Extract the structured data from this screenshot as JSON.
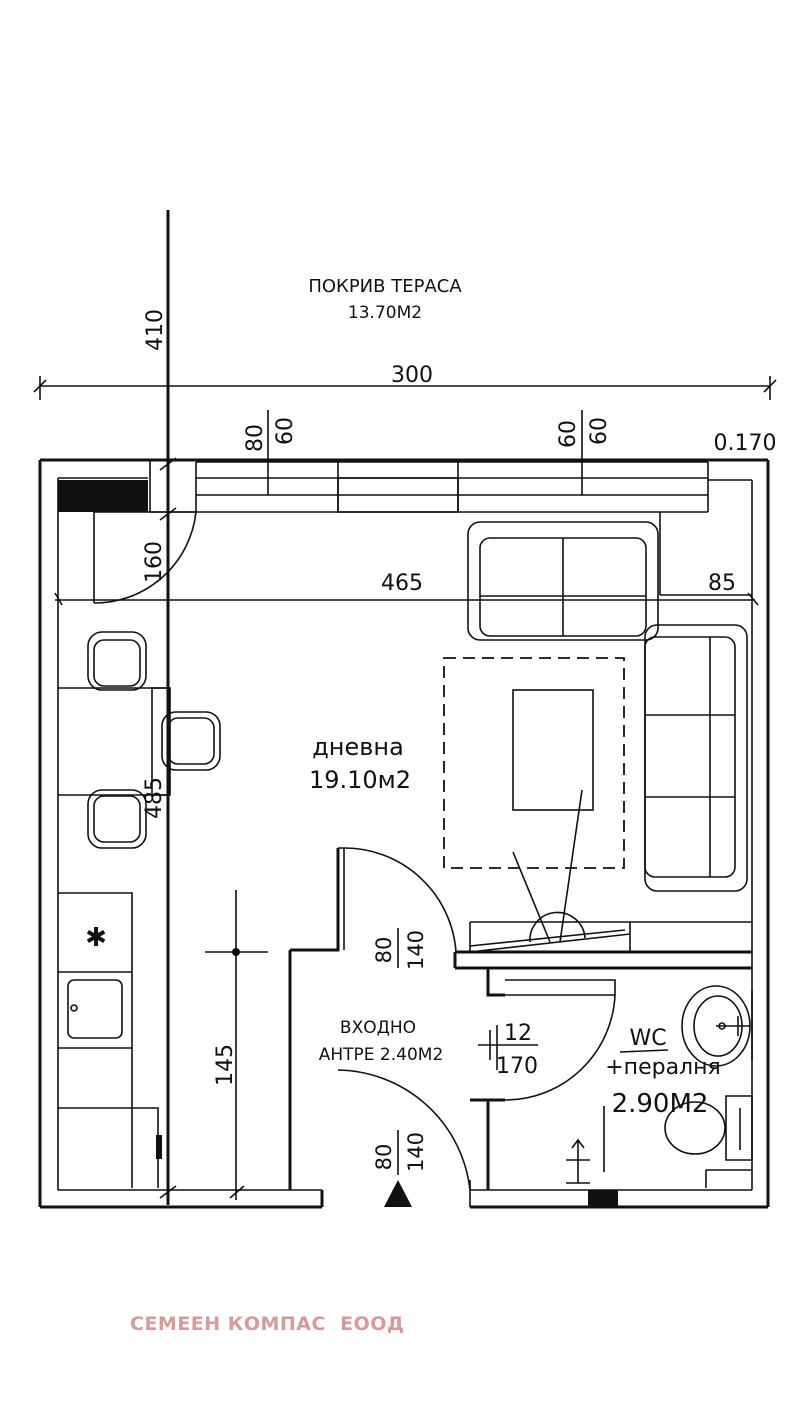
{
  "terrace": {
    "name": "ПОКРИВ ТЕРАСА",
    "area": "13.70М2"
  },
  "dimensions": {
    "terrace_depth": "410",
    "overall_width": "300",
    "window_left_top": "80",
    "window_left_bottom": "60",
    "window_right_top": "60",
    "window_right_bottom": "60",
    "wall_thickness": "0.170",
    "door_width_terrace": "160",
    "living_width": "465",
    "right_offset": "85",
    "kitchen_length": "485",
    "hall_height": "145",
    "door_living_top": "80",
    "door_living_bottom": "140",
    "door_entry_top": "80",
    "door_entry_bottom": "140",
    "door_wc_top": "12",
    "door_wc_bottom": "170"
  },
  "rooms": {
    "living": {
      "name": "дневна",
      "area": "19.10м2"
    },
    "hall": {
      "name_line1": "ВХОДНО",
      "name_line2": "АНТРЕ 2.40М2"
    },
    "wc": {
      "name_line1": "WC",
      "name_line2": "+пералня",
      "area": "2.90М2"
    }
  },
  "symbols": {
    "stove": "✱"
  },
  "watermark": "СЕМЕЕН КОМПАС  ЕООД",
  "colors": {
    "lines": "#111111",
    "watermark": "#d69a9a"
  }
}
